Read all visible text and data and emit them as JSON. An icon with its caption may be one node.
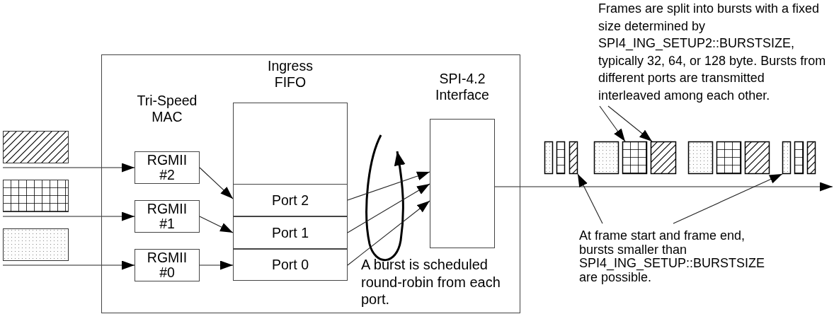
{
  "diagram": {
    "nodes": [
      {
        "text": [],
        "shape": "box"
      },
      {
        "text": [
          "RGMII #2"
        ],
        "in": 0
      },
      {
        "text": [
          "RGMII #1"
        ],
        "in": 0
      },
      {
        "text": [
          "RGMII #0"
        ],
        "in": 0
      },
      {
        "text": [
          "Ingress FIFO"
        ],
        "in": 0
      },
      {
        "text": [
          "Port 2"
        ],
        "in": 4
      },
      {
        "text": [
          "Port 1"
        ],
        "in": 4
      },
      {
        "text": [
          "Port 0"
        ],
        "in": 4
      },
      {
        "text": [
          "SPI-4.2 Interface"
        ],
        "in": 0
      },
      {
        "text": [
          "Frames are split into bursts with a fixed size determined by SPI4_ING_SETUP2::BURSTSIZE, typically 32, 64, or 128 byte. Bursts from different ports are transmitted interleaved among each other."
        ]
      },
      {
        "text": [
          "At frame start and frame end, bursts smaller than SPI4_ING_SETUP::BURSTSIZE are possible."
        ]
      },
      {
        "text": [],
        "shape": "box"
      },
      {
        "text": [],
        "shape": "box"
      },
      {
        "text": [],
        "shape": "box"
      },
      {
        "text": [],
        "shape": "box"
      },
      {
        "text": [],
        "shape": "box"
      },
      {
        "text": [],
        "shape": "box"
      },
      {
        "text": [],
        "shape": "box"
      },
      {
        "text": [],
        "shape": "box"
      },
      {
        "text": [],
        "shape": "box"
      },
      {
        "text": [],
        "shape": "box"
      },
      {
        "text": [],
        "shape": "box"
      },
      {
        "text": [],
        "shape": "box"
      },
      {
        "text": [],
        "shape": "box"
      },
      {
        "text": [],
        "shape": "box"
      },
      {
        "text": [],
        "shape": "box"
      }
    ],
    "edges": [
      {
        "from": 11,
        "to": 1,
        "arrow": "to"
      },
      {
        "from": 12,
        "to": 2,
        "arrow": "to"
      },
      {
        "from": 13,
        "to": 3,
        "arrow": "to"
      },
      {
        "from": 1,
        "to": 5,
        "arrow": "to"
      },
      {
        "from": 2,
        "to": 6,
        "arrow": "to"
      },
      {
        "from": 3,
        "to": 7,
        "arrow": "to"
      },
      {
        "from": 5,
        "to": 8,
        "arrow": "to"
      },
      {
        "from": 6,
        "to": 8,
        "arrow": "to"
      },
      {
        "from": 7,
        "to": 8,
        "arrow": "to"
      },
      {
        "from": 8,
        "to": null,
        "arrow": "to"
      },
      {
        "from": 9,
        "to": 18,
        "arrow": "to"
      },
      {
        "from": 9,
        "to": 19,
        "arrow": "to"
      },
      {
        "from": 10,
        "to": 16,
        "arrow": "to"
      },
      {
        "from": 10,
        "to": 23,
        "arrow": "to"
      }
    ],
    "labels": [
      "Tri-Speed MAC",
      "A burst is scheduled round-robin from each port."
    ]
  }
}
